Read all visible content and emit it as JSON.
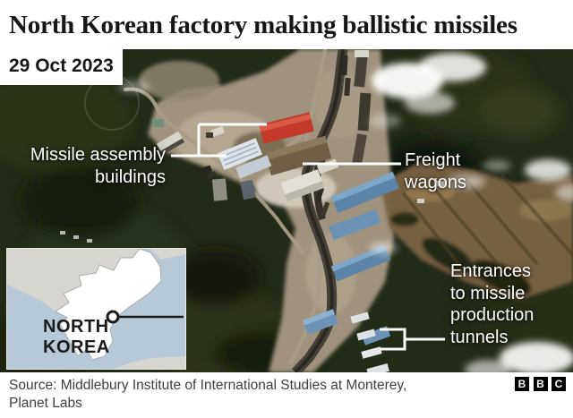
{
  "header": {
    "title": "North Korean factory making ballistic missiles",
    "date": "29 Oct 2023"
  },
  "annotations": {
    "missile_assembly": {
      "line1": "Missile assembly",
      "line2": "buildings"
    },
    "freight_wagons": {
      "line1": "Freight",
      "line2": "wagons"
    },
    "tunnel_entrances": {
      "line1": "Entrances",
      "line2": "to missile",
      "line3": "production",
      "line4": "tunnels"
    }
  },
  "inset_map": {
    "country_line1": "NORTH",
    "country_line2": "KOREA",
    "marker_icon": "location-circle"
  },
  "footer": {
    "source_line1": "Source: Middlebury Institute of International Studies at Monterey,",
    "source_line2": "Planet Labs",
    "logo_letters": [
      "B",
      "B",
      "C"
    ]
  },
  "colors": {
    "annotation_white": "#ffffff",
    "marker_black": "#1a1a1a",
    "map_sea": "#b7c9d6",
    "map_land": "#d7d6d1",
    "map_country_fill": "#ffffff",
    "red_roof": "#c23a2c",
    "blue_roof": "#5c84a8",
    "forest": "#1f2616",
    "source_text": "#3f3f3f",
    "logo_block": "#000000"
  }
}
